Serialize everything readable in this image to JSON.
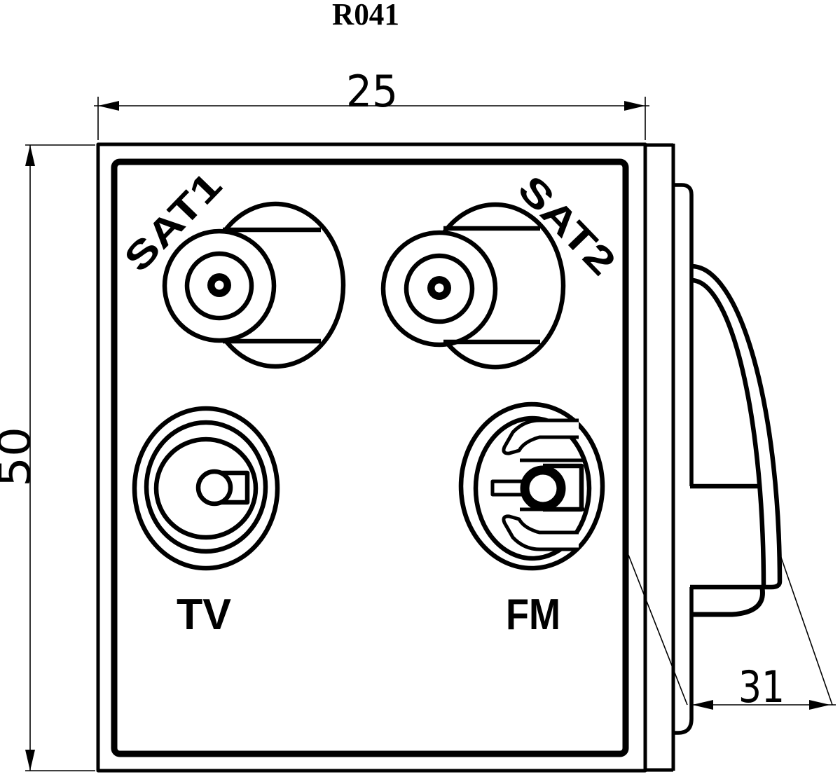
{
  "title": "R041",
  "dimensions": {
    "width": "25",
    "height": "50",
    "depth": "31"
  },
  "connectors": {
    "sat1": "SAT1",
    "sat2": "SAT2",
    "tv": "TV",
    "fm": "FM"
  },
  "colors": {
    "line": "#000000",
    "background": "#ffffff"
  }
}
